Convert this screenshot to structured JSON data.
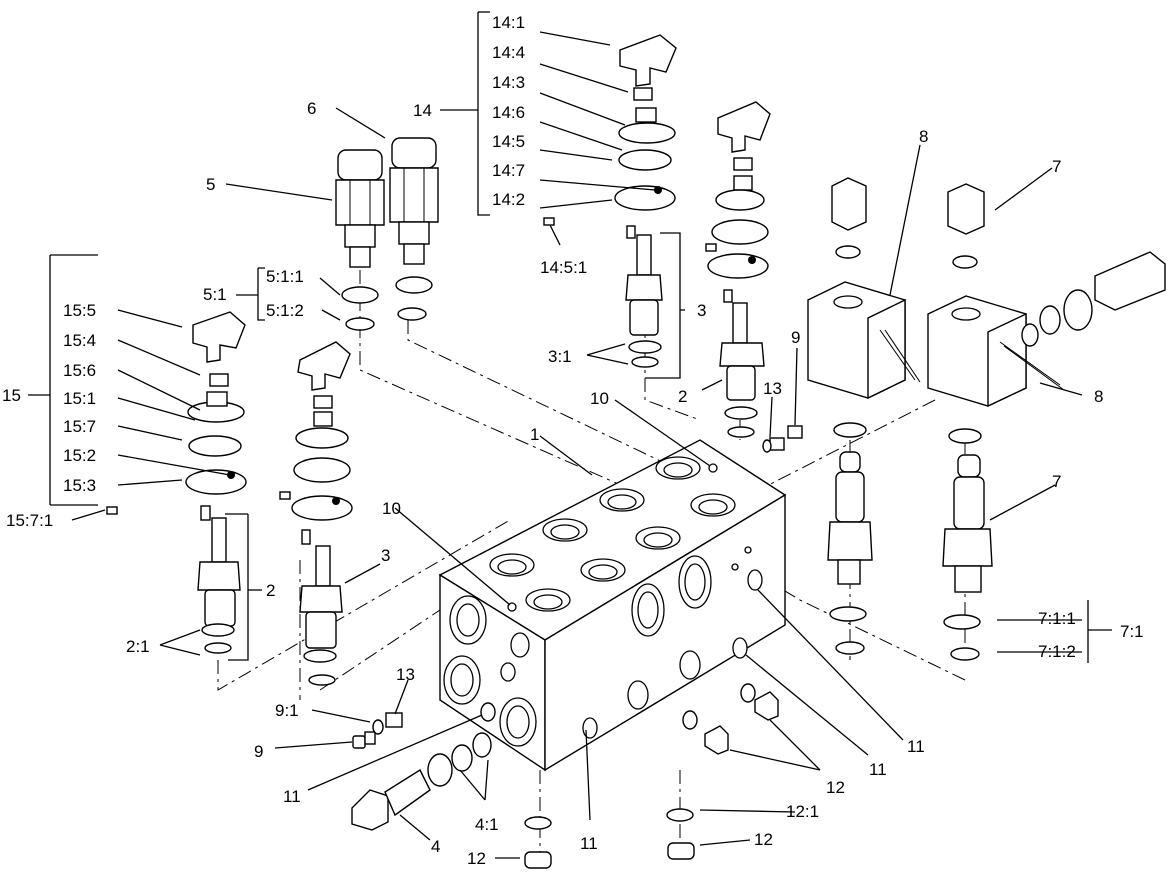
{
  "labels": {
    "l14_1": "14:1",
    "l14_4": "14:4",
    "l14_3": "14:3",
    "l14_6": "14:6",
    "l14_5": "14:5",
    "l14_7": "14:7",
    "l14_2": "14:2",
    "l14": "14",
    "l14_5_1": "14:5:1",
    "l6": "6",
    "l5": "5",
    "l5_1": "5:1",
    "l5_1_1": "5:1:1",
    "l5_1_2": "5:1:2",
    "l15": "15",
    "l15_5": "15:5",
    "l15_4": "15:4",
    "l15_6": "15:6",
    "l15_1": "15:1",
    "l15_7": "15:7",
    "l15_2": "15:2",
    "l15_3": "15:3",
    "l15_7_1": "15:7:1",
    "l8_top": "8",
    "l7_top": "7",
    "l8_right": "8",
    "l7_mid": "7",
    "l3_top": "3",
    "l3_1": "3:1",
    "l2_top": "2",
    "l9_top": "9",
    "l13_top": "13",
    "l10_top": "10",
    "l1": "1",
    "l10_left": "10",
    "l3_mid": "3",
    "l2_mid": "2",
    "l2_1": "2:1",
    "l7_1_1": "7:1:1",
    "l7_1_2": "7:1:2",
    "l7_1": "7:1",
    "l9_1": "9:1",
    "l13_mid": "13",
    "l9_mid": "9",
    "l11_a": "11",
    "l11_b": "11",
    "l11_c": "11",
    "l11_d": "11",
    "l12_a": "12",
    "l12_b": "12",
    "l12_c": "12",
    "l12_1": "12:1",
    "l4": "4",
    "l4_1": "4:1"
  }
}
